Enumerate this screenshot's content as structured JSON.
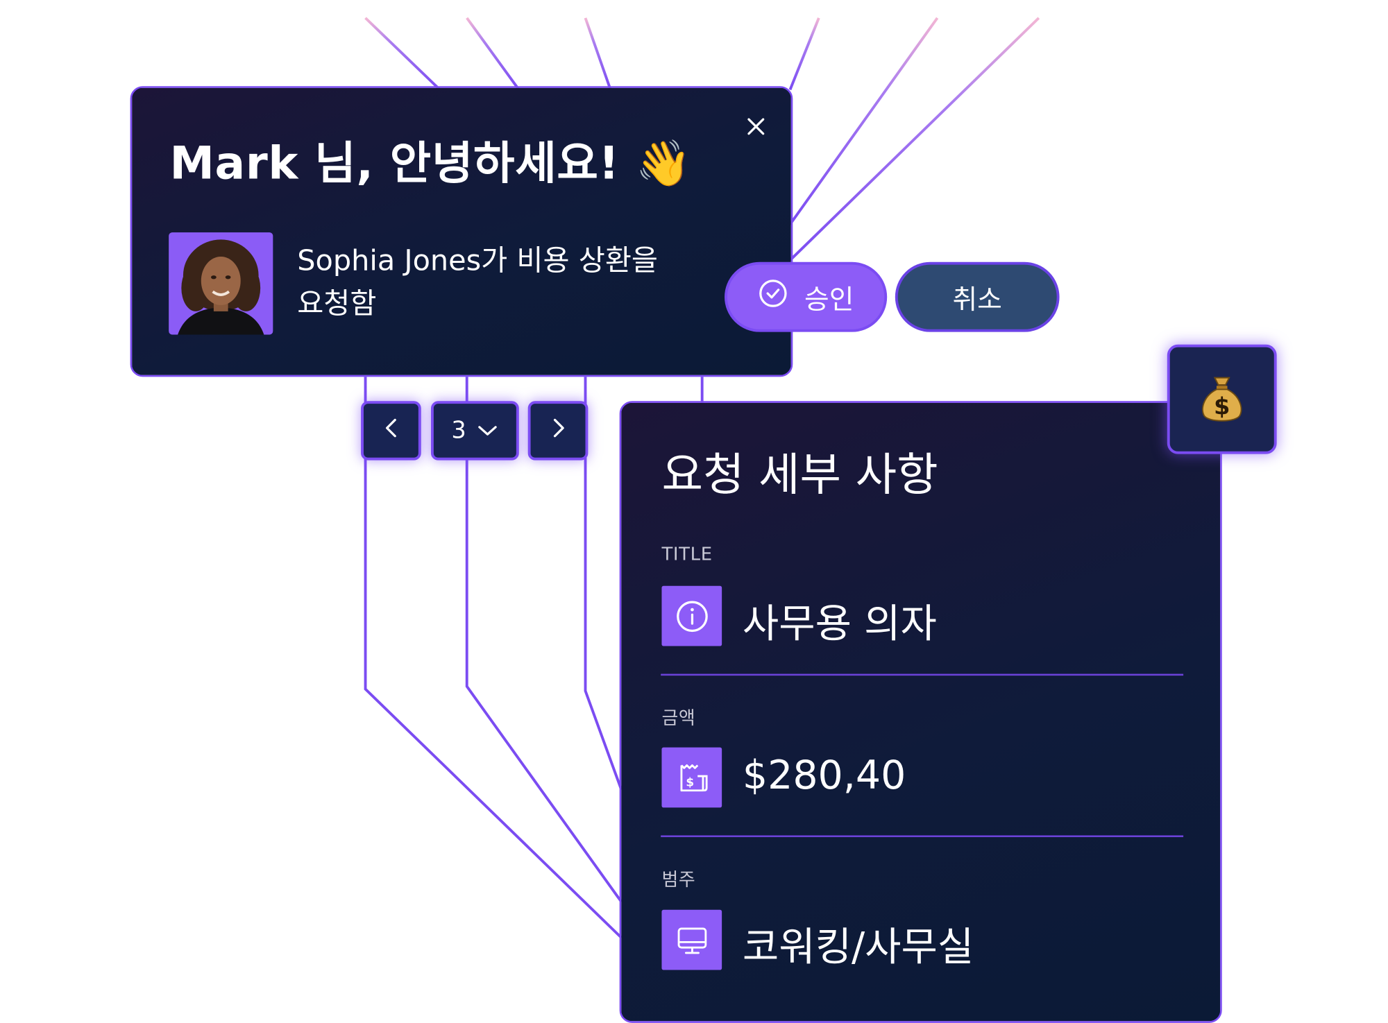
{
  "notification": {
    "greeting": "Mark 님, 안녕하세요! 👋",
    "message": "Sophia Jones가 비용 상환을 요청함"
  },
  "actions": {
    "approve_label": "승인",
    "cancel_label": "취소"
  },
  "pagination": {
    "current_page": "3"
  },
  "details": {
    "title": "요청 세부 사항",
    "fields": [
      {
        "label": "TITLE",
        "value": "사무용 의자",
        "icon": "info-icon"
      },
      {
        "label": "금액",
        "value": "$280,40",
        "icon": "receipt-dollar-icon"
      },
      {
        "label": "범주",
        "value": "코워킹/사무실",
        "icon": "monitor-icon"
      }
    ]
  },
  "badge": {
    "icon": "money-bag-icon"
  },
  "colors": {
    "accent": "#8d5cf7",
    "card_bg": "#0f1b3a",
    "border": "#7b4cf2",
    "cancel_bg": "#2e4a72"
  }
}
